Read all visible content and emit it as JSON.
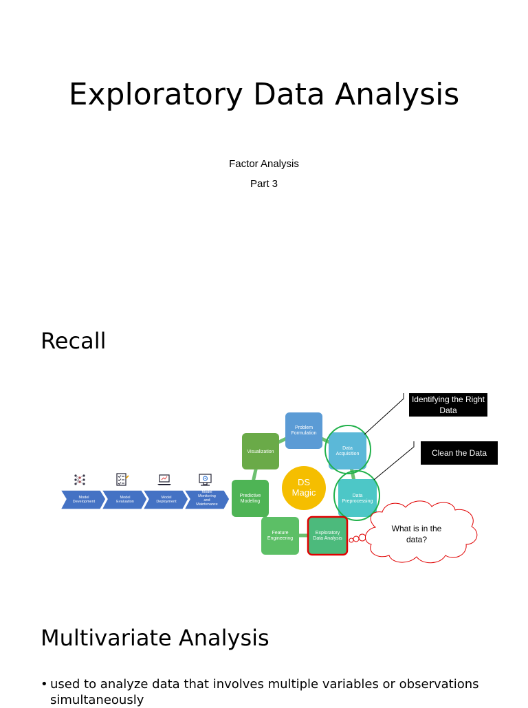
{
  "slide1": {
    "title": "Exploratory Data Analysis",
    "subtitle_1": "Factor Analysis",
    "subtitle_2": "Part 3"
  },
  "slide2": {
    "title": "Recall",
    "pipeline_steps": [
      {
        "label": "Model Development",
        "icon": "neural-network-icon"
      },
      {
        "label": "Model Evaluation",
        "icon": "checklist-icon"
      },
      {
        "label": "Model Deployment",
        "icon": "laptop-icon"
      },
      {
        "label": "Model Monitoring and Maintenance",
        "icon": "monitor-gear-icon"
      }
    ],
    "cycle_center": "DS Magic",
    "cycle_nodes": [
      {
        "label": "Problem Formulation"
      },
      {
        "label": "Data Acquisition"
      },
      {
        "label": "Data Preprocessing"
      },
      {
        "label": "Exploratory Data Analysis"
      },
      {
        "label": "Feature Engineering"
      },
      {
        "label": "Predictive Modeling"
      },
      {
        "label": "Visualization"
      }
    ],
    "callout_1": "Identifying the Right Data",
    "callout_2": "Clean the Data",
    "thought_bubble": "What is in the data?"
  },
  "slide3": {
    "title": "Multivariate Analysis",
    "bullet": "used to analyze data that involves multiple variables or observations simultaneously"
  },
  "colors": {
    "pipeline_blue": "#4472c4",
    "cycle_blue": "#5b9bd5",
    "cycle_teal": "#4dc7c7",
    "cycle_green": "#5bb467",
    "center_yellow": "#f5be00",
    "highlight_green": "#21b14b",
    "highlight_red": "#e00000"
  }
}
